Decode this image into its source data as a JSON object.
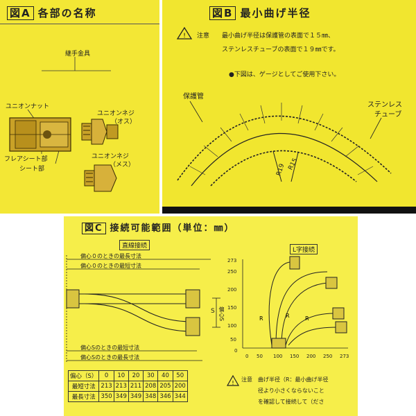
{
  "panel_a": {
    "title_box": "図A",
    "title": "各部の名称",
    "label_fitting": "継手金具",
    "label_union_nut": "ユニオンナット",
    "label_union_screw_male": "ユニオンネジ",
    "label_male": "（オス）",
    "label_union_screw_female": "ユニオンネジ",
    "label_female": "（メス）",
    "label_flare_seat": "フレアシート部",
    "label_seat": "シート部"
  },
  "panel_b": {
    "title_box": "図B",
    "title": "最小曲げ半径",
    "caution_label": "注意",
    "line1": "最小曲げ半径は保護管の表面で１５㎜、",
    "line2": "ステンレスチューブの表面で１９㎜です。",
    "line3": "●下図は、ゲージとしてご使用下さい。",
    "label_protect_tube": "保護管",
    "label_stainless_1": "ステンレス",
    "label_stainless_2": "チューブ",
    "r19": "R19",
    "r15": "R15"
  },
  "panel_c": {
    "title_box": "図C",
    "title": "接続可能範囲（単位：㎜）",
    "straight_label": "直線接続",
    "l_label": "L字接続",
    "dim1": "偏心０のときの最長寸法",
    "dim2": "偏心０のときの最短寸法",
    "dim3": "偏心Sのときの最短寸法",
    "dim4": "偏心Sのときの最長寸法",
    "offset_label": "偏心S",
    "s_mark": "S",
    "y_ticks": [
      "273",
      "250",
      "200",
      "150",
      "100",
      "50",
      "0"
    ],
    "x_ticks": [
      "0",
      "50",
      "100",
      "150",
      "200",
      "250",
      "273"
    ],
    "r_label": "R",
    "caution_label": "注意",
    "note1": "曲げ半径（R：最小曲げ半径",
    "note2": "径より小さくならないこと",
    "note3": "を確認して接続して（ださ",
    "table": {
      "header": [
        "偏心（S）",
        "0",
        "10",
        "20",
        "30",
        "40",
        "50"
      ],
      "rows": [
        [
          "最短寸法",
          "213",
          "213",
          "211",
          "208",
          "205",
          "200"
        ],
        [
          "最長寸法",
          "350",
          "349",
          "349",
          "348",
          "346",
          "344"
        ]
      ]
    }
  }
}
